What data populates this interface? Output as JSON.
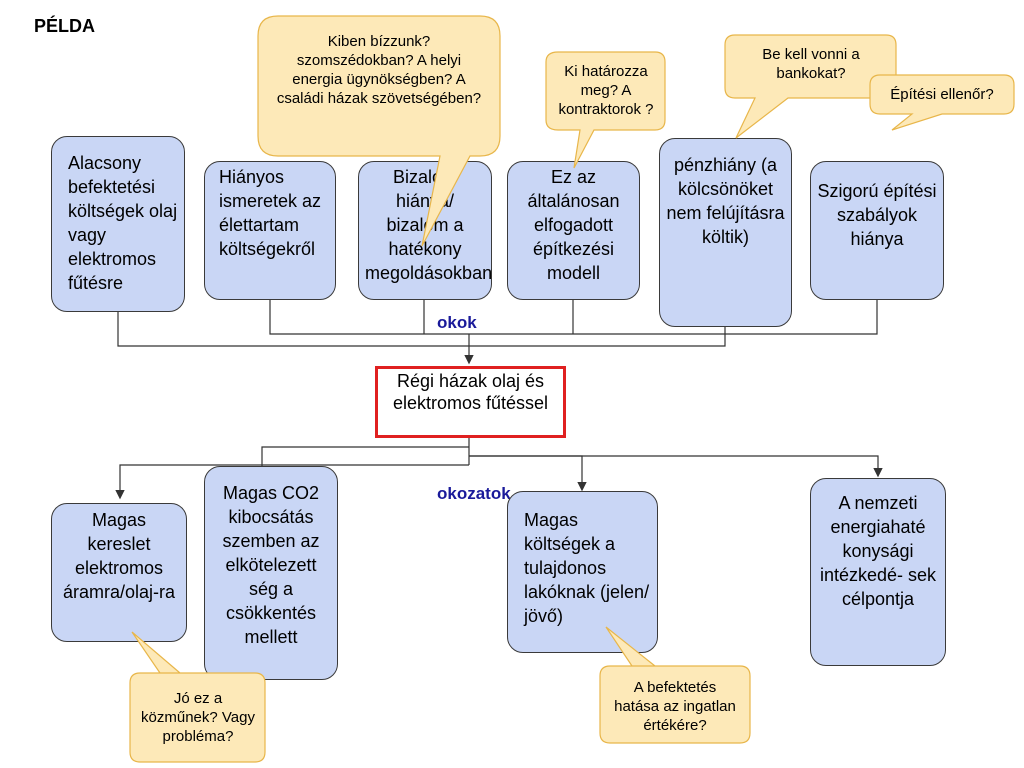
{
  "page_title": "PÉLDA",
  "causes_label": "okok",
  "effects_label": "okozatok",
  "central": "Régi házak olaj és elektromos fűtéssel",
  "causes": [
    "Alacsony befektetési költségek olaj vagy elektromos fűtésre",
    "Hiányos ismeretek az élettartam költségekről",
    "Bizalom hiánya/ bizalom a hatékony megoldásokban",
    "Ez az általánosan elfogadott építkezési modell",
    "pénzhiány (a kölcsönöket nem felújításra költik)",
    "Szigorú építési szabályok hiánya"
  ],
  "effects": [
    "Magas kereslet elektromos áramra/olaj-ra",
    "Magas CO2 kibocsátás szemben az elkötelezett ség a csökkentés mellett",
    "Magas költségek a tulajdonos lakóknak (jelen/ jövő)",
    "A nemzeti energiahaté konysági intézkedé- sek célpontja"
  ],
  "callouts": [
    "Kiben bízzunk? szomszédokban? A helyi energia ügynökségben? A családi házak szövetségében?",
    "Ki határozza meg? A kontraktorok ?",
    "Be kell vonni a bankokat?",
    "Építési ellenőr?",
    "Jó ez a közműnek? Vagy probléma?",
    "A befektetés hatása az ingatlan értékére?"
  ],
  "colors": {
    "box_fill": "#c9d6f5",
    "callout_fill": "#fde9b8",
    "callout_border": "#e8b64a",
    "central_border": "#e02020",
    "label_color": "#1a1a9a"
  }
}
